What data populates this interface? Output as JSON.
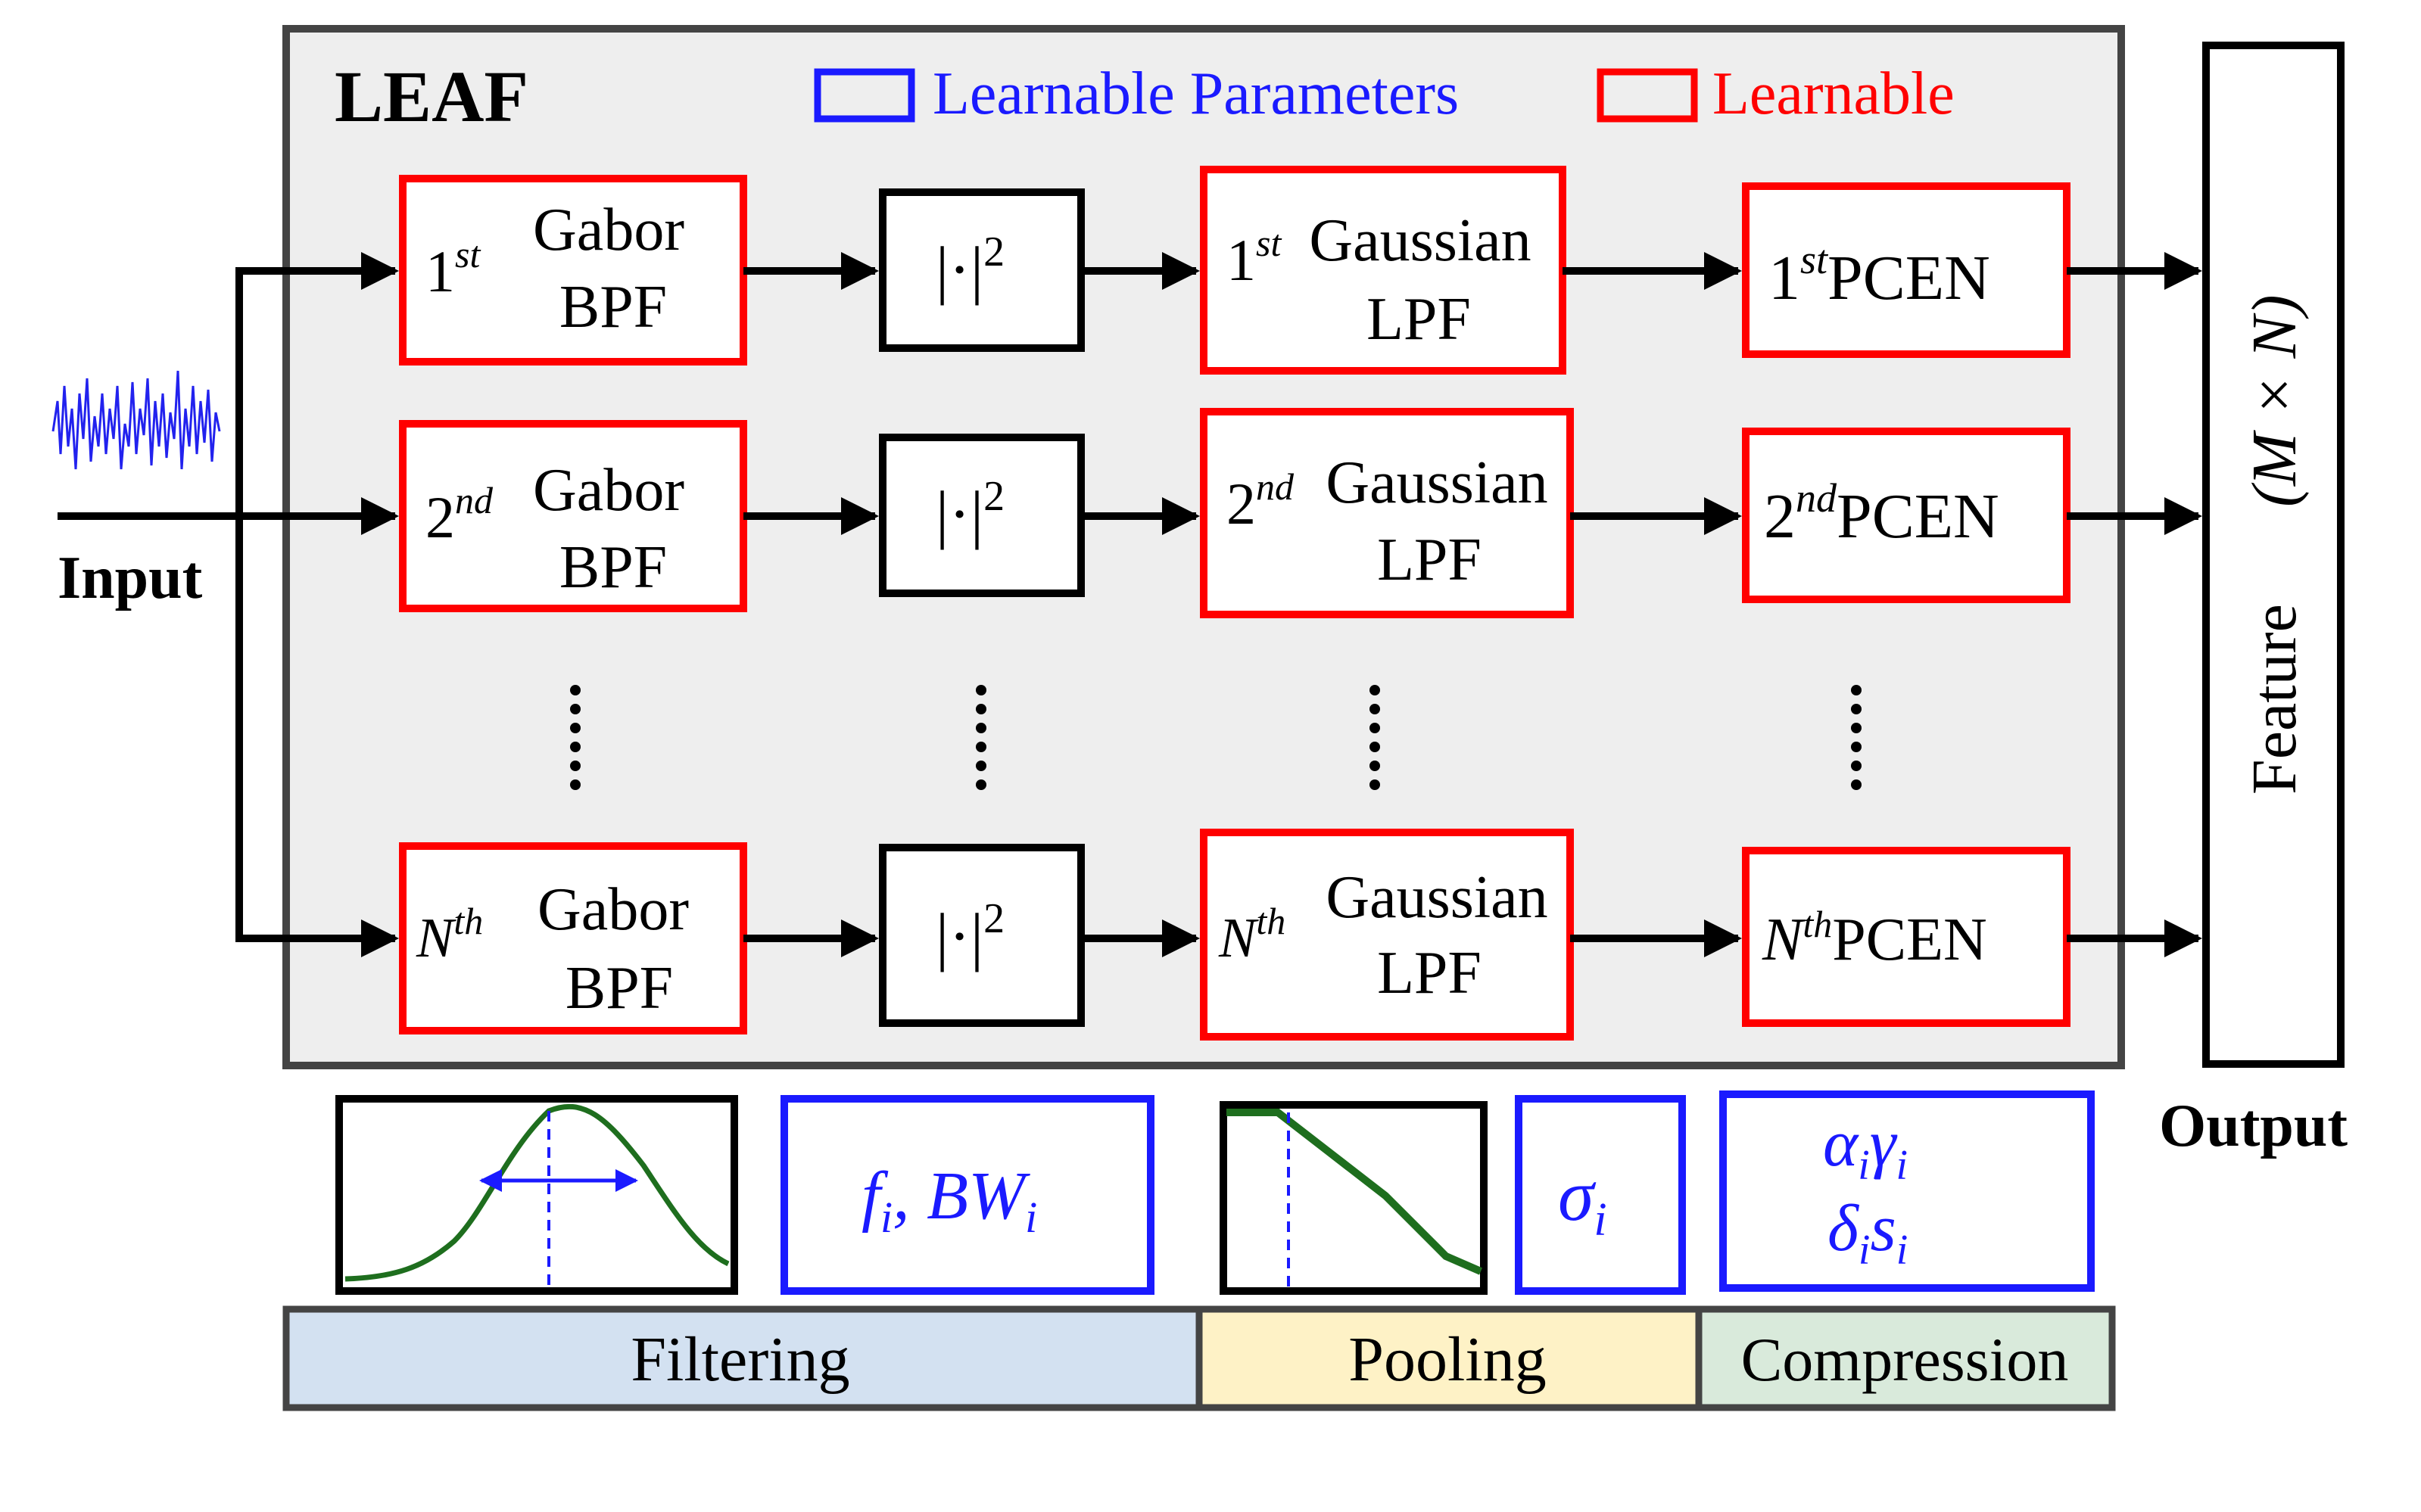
{
  "colors": {
    "learnable_param_border": "#1a1aff",
    "learnable_border": "#ff0000",
    "module_border": "#000000",
    "leaf_panel_bg": "#eeeeee",
    "curve": "#1e6e1e",
    "filtering_bg": "#d3e1f1",
    "pooling_bg": "#fef2c6",
    "compression_bg": "#d9eadb",
    "param_text": "#1a1aff",
    "legend_param_text": "#1a1aff",
    "legend_learnable_text": "#ff0000"
  },
  "leaf_title": "LEAF",
  "legend": {
    "learnable_parameters": "Learnable Parameters",
    "learnable": "Learnable"
  },
  "input_label": "Input",
  "output_label": "Output",
  "feature": {
    "label": "Feature",
    "dims": "(M × N)"
  },
  "rows": [
    {
      "index_base": "1",
      "index_sup": "st",
      "gabor_line1": "Gabor",
      "gabor_line2": "BPF",
      "square": "|·|",
      "square_sup": "2",
      "gauss_line1": "Gaussian",
      "gauss_line2": "LPF",
      "pcen": "PCEN"
    },
    {
      "index_base": "2",
      "index_sup": "nd",
      "gabor_line1": "Gabor",
      "gabor_line2": "BPF",
      "square": "|·|",
      "square_sup": "2",
      "gauss_line1": "Gaussian",
      "gauss_line2": "LPF",
      "pcen": "PCEN"
    },
    {
      "index_base": "N",
      "index_sup": "th",
      "gabor_line1": "Gabor",
      "gabor_line2": "BPF",
      "square": "|·|",
      "square_sup": "2",
      "gauss_line1": "Gaussian",
      "gauss_line2": "LPF",
      "pcen": "PCEN"
    }
  ],
  "params": {
    "gabor": {
      "base1": "f",
      "sub1": "i",
      "sep": ", ",
      "base2": "BW",
      "sub2": "i"
    },
    "gauss": {
      "base": "σ",
      "sub": "i"
    },
    "pcen": {
      "line1": [
        {
          "base": "α",
          "sub": "i"
        },
        {
          "base": "γ",
          "sub": "i"
        }
      ],
      "line2": [
        {
          "base": "δ",
          "sub": "i"
        },
        {
          "base": "s",
          "sub": "i"
        }
      ]
    }
  },
  "stages": {
    "filtering": "Filtering",
    "pooling": "Pooling",
    "compression": "Compression"
  }
}
